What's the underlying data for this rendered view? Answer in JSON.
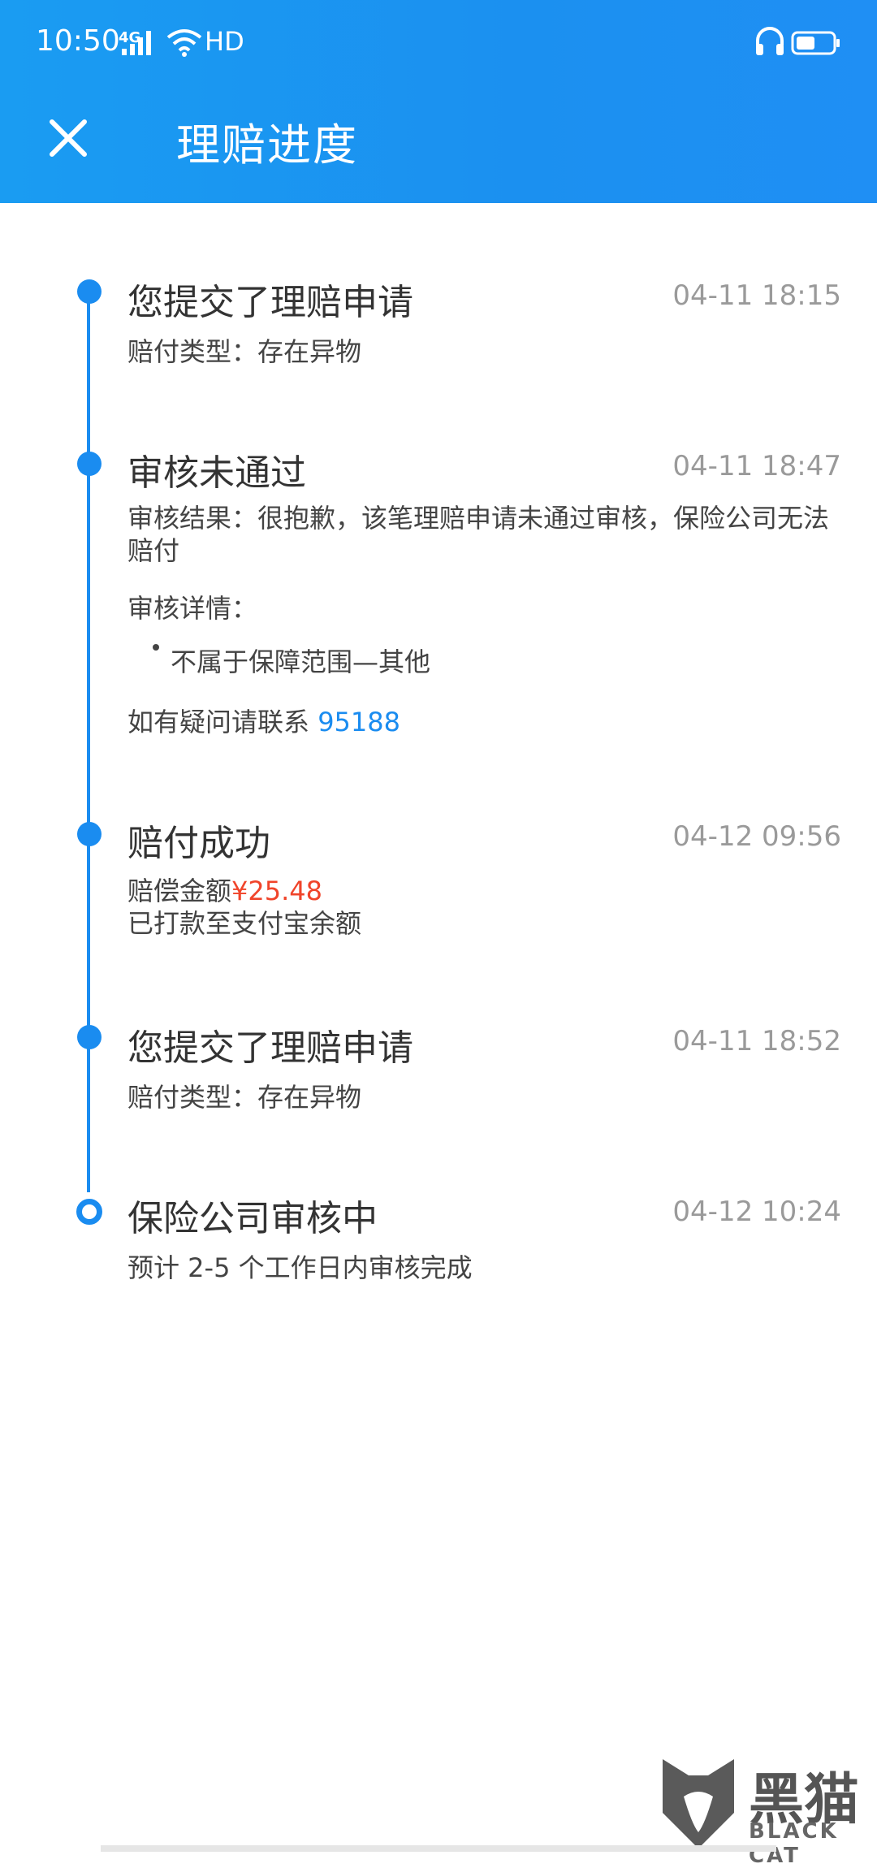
{
  "status": {
    "time": "10:50",
    "network": "4G",
    "hd": "HD"
  },
  "header": {
    "title": "理赔进度"
  },
  "timeline": [
    {
      "title": "您提交了理赔申请",
      "time": "04-11 18:15",
      "type_line": "赔付类型：存在异物"
    },
    {
      "title": "审核未通过",
      "time": "04-11 18:47",
      "result": "审核结果：很抱歉，该笔理赔申请未通过审核，保险公司无法赔付",
      "details_label": "审核详情：",
      "detail_item": "不属于保障范围—其他",
      "contact_prefix": "如有疑问请联系",
      "contact_number": "95188"
    },
    {
      "title": "赔付成功",
      "time": "04-12 09:56",
      "amount_label": "赔偿金额",
      "amount": "¥25.48",
      "note": "已打款至支付宝余额"
    },
    {
      "title": "您提交了理赔申请",
      "time": "04-11 18:52",
      "type_line": "赔付类型：存在异物"
    },
    {
      "title": "保险公司审核中",
      "time": "04-12 10:24",
      "note": "预计 2-5 个工作日内审核完成"
    }
  ],
  "watermark": {
    "name": "黑猫",
    "sub": "BLACK CAT"
  },
  "colors": {
    "accent": "#1a8cf0",
    "amount": "#f0442a"
  }
}
